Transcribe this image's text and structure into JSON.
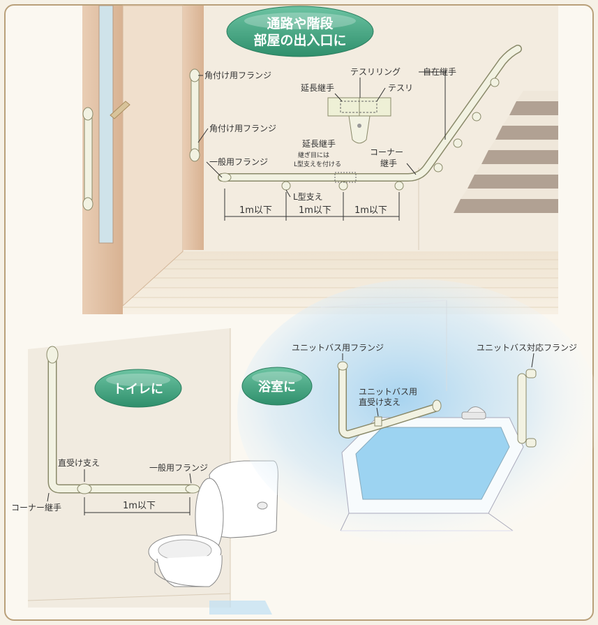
{
  "badges": {
    "corridor_line1": "通路や階段",
    "corridor_line2": "部屋の出入口に",
    "toilet": "トイレに",
    "bath": "浴室に"
  },
  "labels": {
    "corner_flange_1": "角付け用フランジ",
    "corner_flange_2": "角付け用フランジ",
    "tesuri_ring": "テスリリング",
    "extension_joint_top": "延長継手",
    "tesuri": "テスリ",
    "free_joint": "自在継手",
    "extension_joint": "延長継手",
    "extension_note_1": "継ぎ目には",
    "extension_note_2": "L型支えを付ける",
    "corner_joint_1": "コーナー",
    "corner_joint_2": "継手",
    "general_flange": "一般用フランジ",
    "l_support": "L型支え",
    "dim_1": "1m以下",
    "dim_2": "1m以下",
    "dim_3": "1m以下",
    "direct_support": "直受け支え",
    "general_flange_toilet": "一般用フランジ",
    "corner_joint_toilet": "コーナー継手",
    "dim_toilet": "1m以下",
    "unitbath_flange": "ユニットバス用フランジ",
    "unitbath_support_1": "ユニットバス用",
    "unitbath_support_2": "直受け支え",
    "unitbath_compat_flange": "ユニットバス対応フランジ"
  },
  "colors": {
    "badge_green": "#3a9a78",
    "rail_fill": "#f2f2e2",
    "frame_border": "#b9a07a",
    "wall_tan": "#e8d9c2",
    "water_blue": "#8fc6ea"
  },
  "icons": [
    "grab-rail",
    "handrail-bracket",
    "flange",
    "toilet",
    "bathtub",
    "faucet",
    "door",
    "staircase"
  ]
}
